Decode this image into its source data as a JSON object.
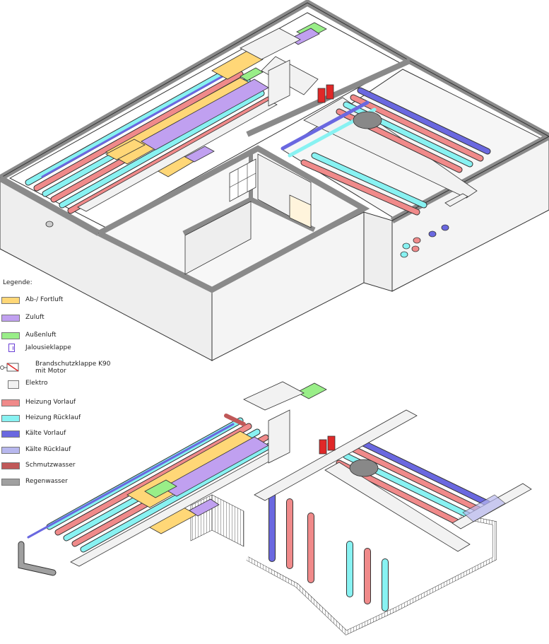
{
  "legend": {
    "title": "Legende:",
    "items": [
      {
        "key": "abluft",
        "label": "Ab-/ Fortluft",
        "color": "#ffd777"
      },
      {
        "key": "zuluft",
        "label": "Zuluft",
        "color": "#c0a0f0"
      },
      {
        "key": "aussenluft",
        "label": "Außenluft",
        "color": "#99ee88"
      },
      {
        "key": "jalousie",
        "label": "Jalousieklappe",
        "icon": "louver-damper-icon"
      },
      {
        "key": "brandschutz",
        "label": "Brandschutzklappe K90 mit Motor",
        "icon": "fire-damper-icon"
      },
      {
        "key": "elektro",
        "label": "Elektro",
        "color": "#f2f2f2"
      },
      {
        "key": "heizung_vl",
        "label": "Heizung Vorlauf",
        "color": "#f08a8a"
      },
      {
        "key": "heizung_rl",
        "label": "Heizung Rücklauf",
        "color": "#88f2f2"
      },
      {
        "key": "kaelte_vl",
        "label": "Kälte Vorlauf",
        "color": "#6a68e0"
      },
      {
        "key": "kaelte_rl",
        "label": "Kälte Rücklauf",
        "color": "#b8b8ee"
      },
      {
        "key": "schmutzwasser",
        "label": "Schmutzwasser",
        "color": "#c05858"
      },
      {
        "key": "regenwasser",
        "label": "Regenwasser",
        "color": "#a0a0a0"
      }
    ]
  },
  "colors": {
    "wall_side": "#eeeeee",
    "wall_top": "#8a8a8a",
    "floor": "#ffffff",
    "outline": "#333333",
    "duct_abluft": "#ffd777",
    "duct_zuluft": "#c0a0f0",
    "duct_aussen": "#99ee88",
    "heizung_vl": "#f08a8a",
    "heizung_rl": "#88f2f2",
    "kaelte_vl": "#6a68e0",
    "kaelte_rl": "#b8b8ee",
    "equipment_red": "#e02828",
    "tank": "#888888",
    "electro": "#f2f2f2"
  }
}
